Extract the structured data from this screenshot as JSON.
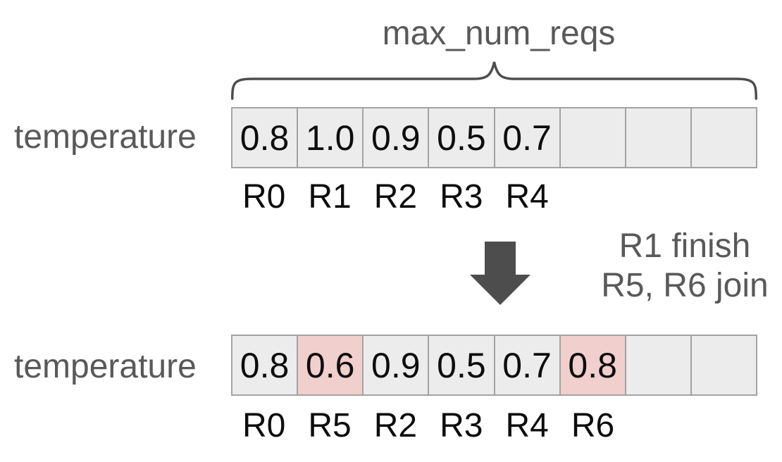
{
  "diagram": {
    "title": "max_num_reqs",
    "transition": {
      "line1": "R1 finish",
      "line2": "R5, R6 join"
    },
    "before": {
      "label": "temperature",
      "cells": [
        {
          "value": "0.8",
          "highlight": false
        },
        {
          "value": "1.0",
          "highlight": false
        },
        {
          "value": "0.9",
          "highlight": false
        },
        {
          "value": "0.5",
          "highlight": false
        },
        {
          "value": "0.7",
          "highlight": false
        },
        {
          "value": "",
          "highlight": false
        },
        {
          "value": "",
          "highlight": false
        },
        {
          "value": "",
          "highlight": false
        }
      ],
      "request_ids": [
        "R0",
        "R1",
        "R2",
        "R3",
        "R4",
        "",
        "",
        ""
      ]
    },
    "after": {
      "label": "temperature",
      "cells": [
        {
          "value": "0.8",
          "highlight": false
        },
        {
          "value": "0.6",
          "highlight": true
        },
        {
          "value": "0.9",
          "highlight": false
        },
        {
          "value": "0.5",
          "highlight": false
        },
        {
          "value": "0.7",
          "highlight": false
        },
        {
          "value": "0.8",
          "highlight": true
        },
        {
          "value": "",
          "highlight": false
        },
        {
          "value": "",
          "highlight": false
        }
      ],
      "request_ids": [
        "R0",
        "R5",
        "R2",
        "R3",
        "R4",
        "R6",
        "",
        ""
      ]
    },
    "colors": {
      "cell_bg": "#ececec",
      "cell_highlight": "#f0cfcc",
      "cell_border": "#a3a3a3",
      "gray_text": "#595959",
      "arrow": "#4d4d4d"
    }
  }
}
